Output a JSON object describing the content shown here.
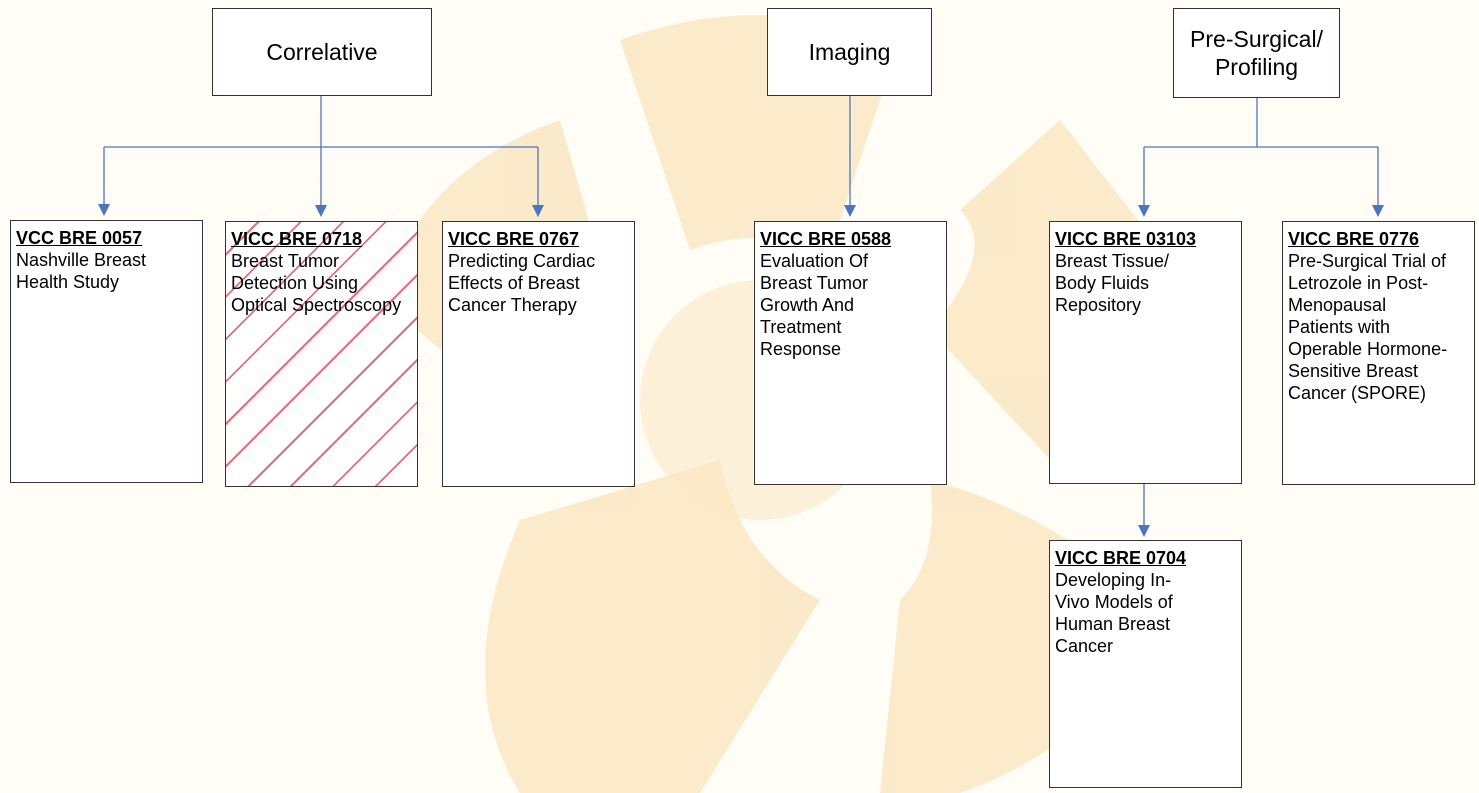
{
  "colors": {
    "connector": "#4a76c0",
    "hatch": "#e0707a",
    "watermark": "#f8dca6",
    "background": "#fffdf5"
  },
  "categories": [
    {
      "id": "correlative",
      "label": "Correlative"
    },
    {
      "id": "imaging",
      "label": "Imaging"
    },
    {
      "id": "presurgical",
      "label": "Pre-Surgical/\nProfiling"
    }
  ],
  "studies": [
    {
      "id": "VCC BRE 0057",
      "title": "Nashville Breast Health Study",
      "category": "Correlative",
      "hatched": false
    },
    {
      "id": "VICC BRE 0718",
      "title": "Breast Tumor Detection Using Optical Spectroscopy",
      "category": "Correlative",
      "hatched": true
    },
    {
      "id": "VICC BRE 0767",
      "title": "Predicting Cardiac Effects of Breast Cancer Therapy",
      "category": "Correlative",
      "hatched": false
    },
    {
      "id": "VICC BRE 0588",
      "title": "Evaluation Of Breast Tumor Growth And Treatment Response",
      "category": "Imaging",
      "hatched": false
    },
    {
      "id": "VICC BRE 03103",
      "title": "Breast Tissue/ Body Fluids Repository",
      "category": "Pre-Surgical/ Profiling",
      "hatched": false
    },
    {
      "id": "VICC BRE 0776",
      "title": "Pre-Surgical Trial of Letrozole in Post-Menopausal Patients with Operable Hormone-Sensitive Breast Cancer (SPORE)",
      "category": "Pre-Surgical/ Profiling",
      "hatched": false
    },
    {
      "id": "VICC BRE 0704",
      "title": "Developing In-Vivo Models of Human Breast Cancer",
      "category": "Pre-Surgical/ Profiling",
      "hatched": false
    }
  ]
}
